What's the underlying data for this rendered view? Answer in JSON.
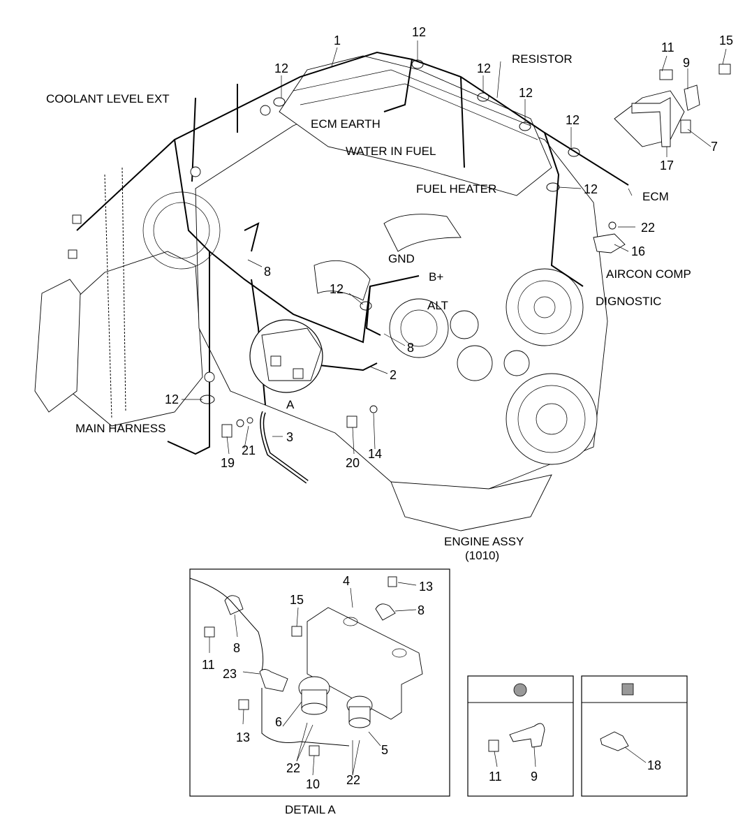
{
  "labels": {
    "coolant_level_ext": "COOLANT LEVEL EXT",
    "ecm_earth": "ECM EARTH",
    "water_in_fuel": "WATER IN FUEL",
    "fuel_heater": "FUEL HEATER",
    "resistor": "RESISTOR",
    "ecm": "ECM",
    "aircon_comp": "AIRCON COMP",
    "dignostic": "DIGNOSTIC",
    "gnd": "GND",
    "b_plus": "B+",
    "alt": "ALT",
    "main_harness": "MAIN HARNESS",
    "detail_marker": "A",
    "engine_assy": "ENGINE ASSY",
    "engine_assy_code": "(1010)",
    "detail_a": "DETAIL A"
  },
  "part_numbers": {
    "p1": "1",
    "p2": "2",
    "p3": "3",
    "p4": "4",
    "p5": "5",
    "p6": "6",
    "p7": "7",
    "p8": "8",
    "p9": "9",
    "p10": "10",
    "p11": "11",
    "p12": "12",
    "p13": "13",
    "p14": "14",
    "p15": "15",
    "p16": "16",
    "p17": "17",
    "p18": "18",
    "p19": "19",
    "p20": "20",
    "p21": "21",
    "p22": "22",
    "p23": "23"
  },
  "legend": {
    "circle_symbol_parts": [
      "11",
      "9"
    ],
    "square_symbol_parts": [
      "18"
    ]
  }
}
